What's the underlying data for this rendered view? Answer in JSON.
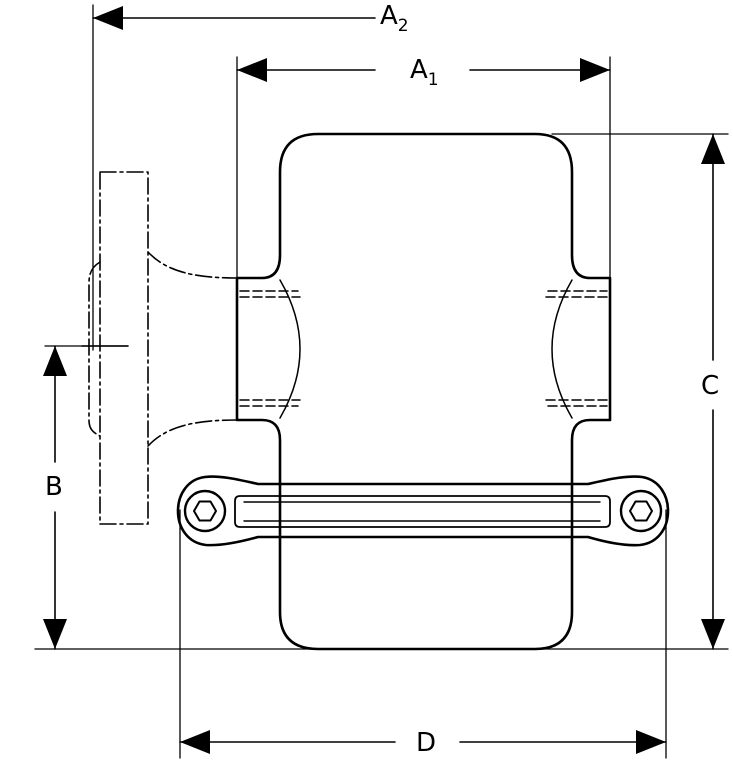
{
  "dimensions": {
    "a2": {
      "letter": "A",
      "sub": "2"
    },
    "a1": {
      "letter": "A",
      "sub": "1"
    },
    "b": "B",
    "c": "C",
    "d": "D"
  },
  "colors": {
    "line": "#000000",
    "background": "#ffffff"
  }
}
